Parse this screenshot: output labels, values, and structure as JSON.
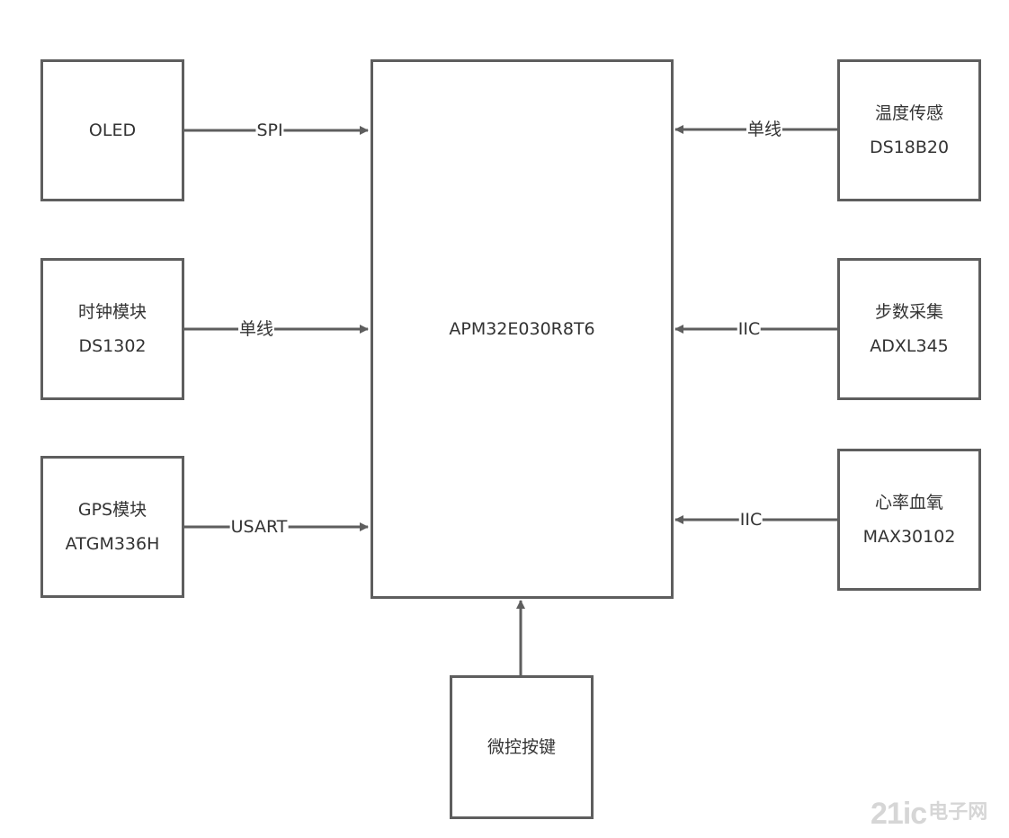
{
  "mcu": {
    "name": "APM32E030R8T6"
  },
  "modules": {
    "oled": {
      "line1": "OLED",
      "line2": ""
    },
    "clock": {
      "line1": "时钟模块",
      "line2": "DS1302"
    },
    "gps": {
      "line1": "GPS模块",
      "line2": "ATGM336H"
    },
    "temperature": {
      "line1": "温度传感",
      "line2": "DS18B20"
    },
    "steps": {
      "line1": "步数采集",
      "line2": "ADXL345"
    },
    "heart": {
      "line1": "心率血氧",
      "line2": "MAX30102"
    },
    "keys": {
      "line1": "微控按键",
      "line2": ""
    }
  },
  "connections": {
    "oled": "SPI",
    "clock": "单线",
    "gps": "USART",
    "temperature": "单线",
    "steps": "IIC",
    "heart": "IIC",
    "keys": ""
  },
  "watermark": {
    "brand": "21ic",
    "cn": "电子网"
  },
  "colors": {
    "stroke": "#5e5e5e",
    "text": "#333333",
    "background": "#ffffff"
  }
}
